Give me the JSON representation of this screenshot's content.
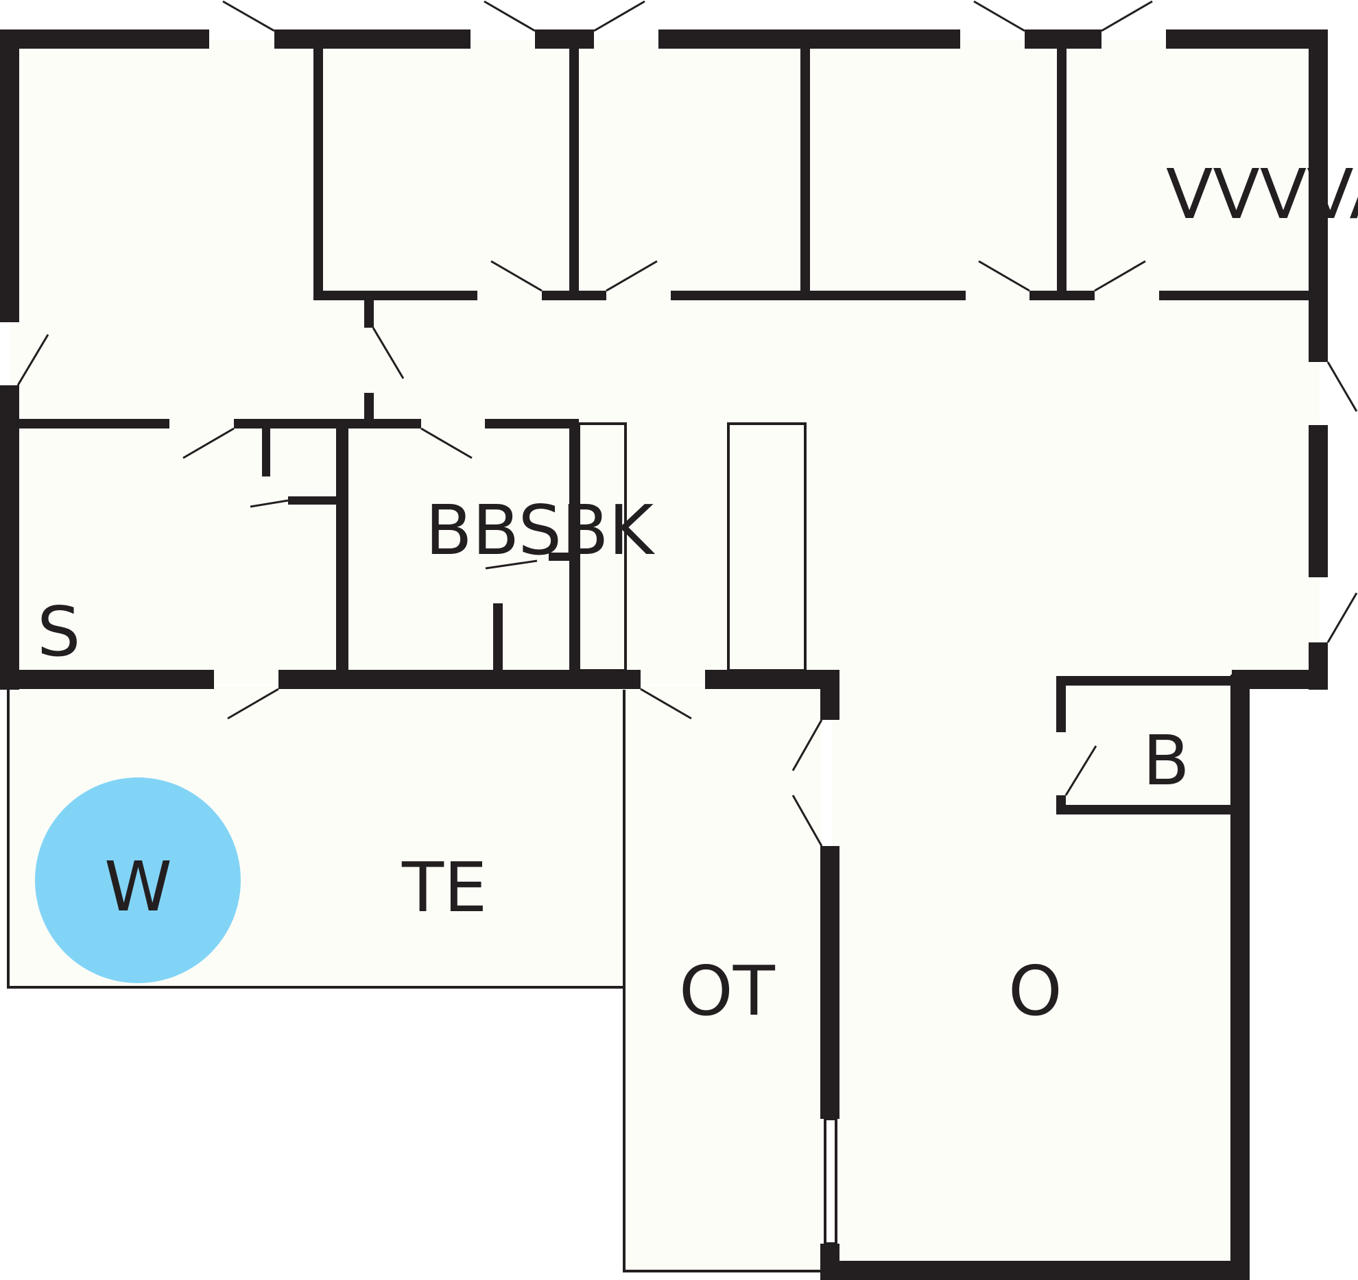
{
  "floorplan": {
    "labels": {
      "top_right": "VVVVA",
      "middle": "BBSBK",
      "left": "S",
      "lower_right": "B",
      "terrace": "TE",
      "hall": "OT",
      "main": "O",
      "marker": "W"
    },
    "colors": {
      "wall": "#231f20",
      "floor": "#fdfdf8",
      "marker": "#82d4f6",
      "background": "#ffffff"
    }
  }
}
